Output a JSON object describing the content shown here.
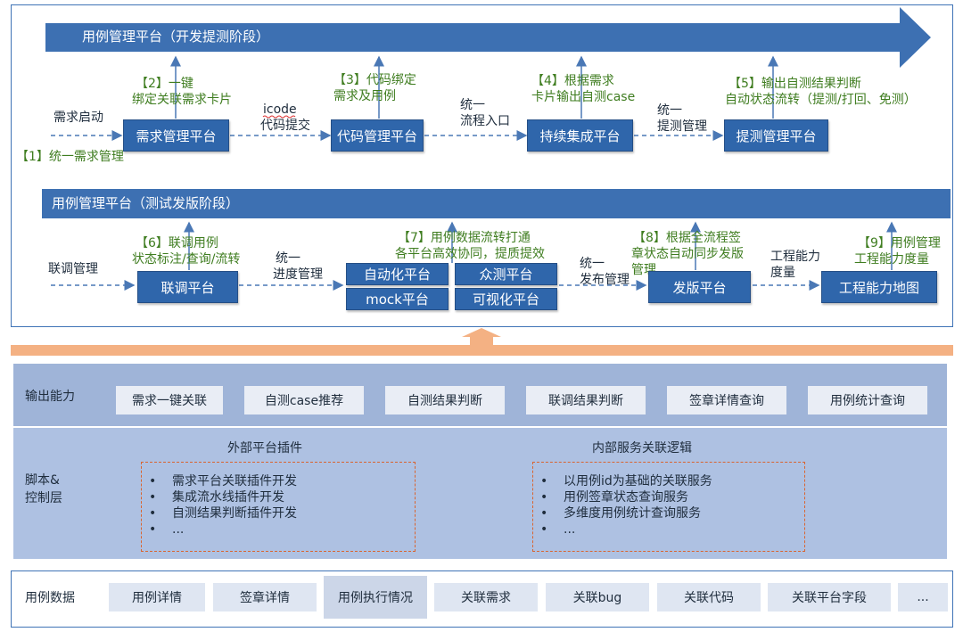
{
  "dev_phase": {
    "banner": "用例管理平台（开发提测阶段）",
    "platforms": {
      "req": "需求管理平台",
      "code": "代码管理平台",
      "ci": "持续集成平台",
      "test": "提测管理平台"
    },
    "flow": {
      "start": "需求启动",
      "icode": "icode",
      "code_commit": "代码提交",
      "unified_1": "统一",
      "flow_entry": "流程入口",
      "unified_2": "统一",
      "test_mgmt": "提测管理"
    },
    "annotations": {
      "a1": "【1】统一需求管理",
      "a2_l1": "【2】一键",
      "a2_l2": "绑定关联需求卡片",
      "a3_l1": "【3】代码绑定",
      "a3_l2": "需求及用例",
      "a4_l1": "【4】根据需求",
      "a4_l2": "卡片输出自测case",
      "a5_l1": "【5】输出自测结果判断",
      "a5_l2": "自动状态流转（提测/打回、免测）"
    }
  },
  "release_phase": {
    "banner": "用例管理平台（测试发版阶段）",
    "platforms": {
      "joint": "联调平台",
      "auto": "自动化平台",
      "crowd": "众测平台",
      "mock": "mock平台",
      "visual": "可视化平台",
      "release": "发版平台",
      "eng_map": "工程能力地图"
    },
    "flow": {
      "joint_mgmt": "联调管理",
      "unified_1": "统一",
      "progress_mgmt": "进度管理",
      "unified_2": "统一",
      "release_mgmt": "发布管理",
      "eng_l1": "工程能力",
      "eng_l2": "度量"
    },
    "annotations": {
      "a6_l1": "【6】联调用例",
      "a6_l2": "状态标注/查询/流转",
      "a7_l1": "【7】用例数据流转打通",
      "a7_l2": "各平台高效协同，提质提效",
      "a8_l1": "【8】根据全流程签",
      "a8_l2": "章状态自动同步发版",
      "a8_l3": "管理",
      "a9_l1": "【9】用例管理",
      "a9_l2": "工程能力度量"
    }
  },
  "output_layer": {
    "label": "输出能力",
    "items": [
      "需求一键关联",
      "自测case推荐",
      "自测结果判断",
      "联调结果判断",
      "签章详情查询",
      "用例统计查询"
    ]
  },
  "script_layer": {
    "label_l1": "脚本&",
    "label_l2": "控制层",
    "external": {
      "title": "外部平台插件",
      "items": [
        "需求平台关联插件开发",
        "集成流水线插件开发",
        "自测结果判断插件开发",
        "..."
      ]
    },
    "internal": {
      "title": "内部服务关联逻辑",
      "items": [
        "以用例id为基础的关联服务",
        "用例签章状态查询服务",
        "多维度用例统计查询服务",
        "..."
      ]
    }
  },
  "data_layer": {
    "label": "用例数据",
    "items": [
      "用例详情",
      "签章详情",
      "用例执行情况",
      "关联需求",
      "关联bug",
      "关联代码",
      "关联平台字段",
      "..."
    ]
  },
  "colors": {
    "platform_blue": "#2f66ab",
    "banner_blue": "#3d70b2",
    "annotation_green": "#3f7d20",
    "arrow_orange": "#f4b183",
    "dashed_orange": "#d9642f",
    "output_layer_bg": "#9fb4d8",
    "script_layer_bg": "#aec1e2"
  }
}
